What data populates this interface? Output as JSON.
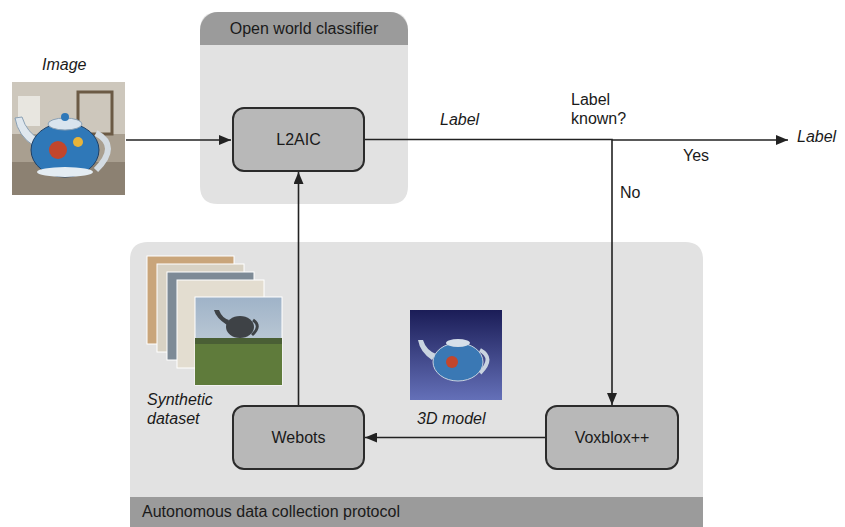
{
  "diagram": {
    "nodes": [
      {
        "text": [
          "Open world classifier"
        ]
      },
      {
        "text": [
          "L2AIC"
        ],
        "in": 0
      },
      {
        "text": [
          "Autonomous data collection protocol"
        ]
      },
      {
        "text": [
          "Webots"
        ],
        "in": 2
      },
      {
        "text": [
          "Voxblox++"
        ],
        "in": 2
      }
    ],
    "edges": [
      {
        "from": 1,
        "to": 4,
        "label": "No",
        "arrow": "to"
      },
      {
        "from": 4,
        "to": 3,
        "arrow": "to"
      },
      {
        "from": 3,
        "to": 1,
        "arrow": "to"
      }
    ],
    "labels": [
      "Image",
      "Label",
      "Label known?",
      "Yes",
      "Label",
      "Synthetic dataset",
      "3D model"
    ]
  }
}
